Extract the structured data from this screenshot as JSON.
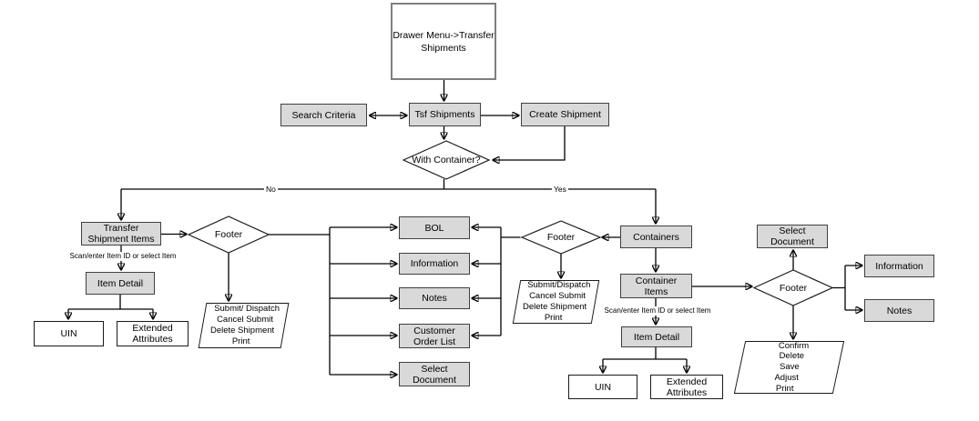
{
  "diagram": {
    "labels": {
      "no": "No",
      "yes": "Yes"
    },
    "colors": {
      "process_fill": "#d9d9d9",
      "process_border": "#404040",
      "white_fill": "#ffffff",
      "shape_border": "#1a1a1a",
      "title_border": "#7f7f7f",
      "line": "#000000"
    },
    "nodes": {
      "drawer_menu": "Drawer Menu->Transfer\nShipments",
      "search_criteria": "Search Criteria",
      "tsf_shipments": "Tsf Shipments",
      "create_shipment": "Create Shipment",
      "with_container": "With Container?",
      "transfer_shipment_items": "Transfer\nShipment Items",
      "footer_left": "Footer",
      "scan_enter_left": "Scan/enter Item ID or select Item",
      "item_detail_left": "Item Detail",
      "uin_left": "UIN",
      "extended_attributes_left": "Extended\nAttributes",
      "bol": "BOL",
      "information_mid": "Information",
      "notes_mid": "Notes",
      "customer_order_list": "Customer\nOrder List",
      "select_document_mid": "Select\nDocument",
      "footer_mid": "Footer",
      "containers": "Containers",
      "container_items": "Container\nItems",
      "scan_enter_right": "Scan/enter Item ID or select Item",
      "item_detail_right": "Item Detail",
      "uin_right": "UIN",
      "extended_attributes_right": "Extended\nAttributes",
      "select_document_right": "Select\nDocument",
      "footer_far_right": "Footer",
      "information_right": "Information",
      "notes_right": "Notes"
    },
    "action_lists": {
      "left": [
        "Submit/ Dispatch",
        "Cancel Submit",
        "Delete Shipment",
        "Print"
      ],
      "mid": [
        "Submit/Dispatch",
        "Cancel Submit",
        "Delete Shipment",
        "Print"
      ],
      "right": [
        "Confirm",
        "Delete",
        "Save",
        "Adjust",
        "Print"
      ]
    }
  }
}
